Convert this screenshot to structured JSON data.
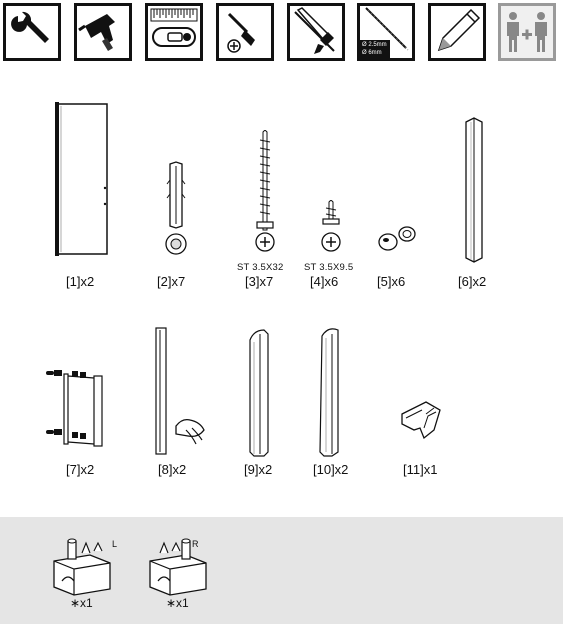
{
  "tools": [
    {
      "icon": "wrench-icon"
    },
    {
      "icon": "power-drill-icon"
    },
    {
      "icon": "tape-measure-icon"
    },
    {
      "icon": "screwdriver-icon"
    },
    {
      "icon": "caulking-gun-icon"
    },
    {
      "icon": "drill-bit-icon",
      "bit_small": "Ø 2.5mm",
      "bit_large": "Ø 6mm"
    },
    {
      "icon": "pencil-icon"
    },
    {
      "icon": "two-people-icon"
    }
  ],
  "parts_row1": [
    {
      "label": "[1]x2"
    },
    {
      "label": "[2]x7"
    },
    {
      "label": "[3]x7",
      "spec": "ST 3.5X32"
    },
    {
      "label": "[4]x6",
      "spec": "ST 3.5X9.5"
    },
    {
      "label": "[5]x6"
    },
    {
      "label": "[6]x2"
    }
  ],
  "parts_row2": [
    {
      "label": "[7]x2"
    },
    {
      "label": "[8]x2"
    },
    {
      "label": "[9]x2"
    },
    {
      "label": "[10]x2"
    },
    {
      "label": "[11]x1"
    }
  ],
  "spare_parts": [
    {
      "side": "L",
      "count": "∗x1"
    },
    {
      "side": "R",
      "count": "∗x1"
    }
  ]
}
